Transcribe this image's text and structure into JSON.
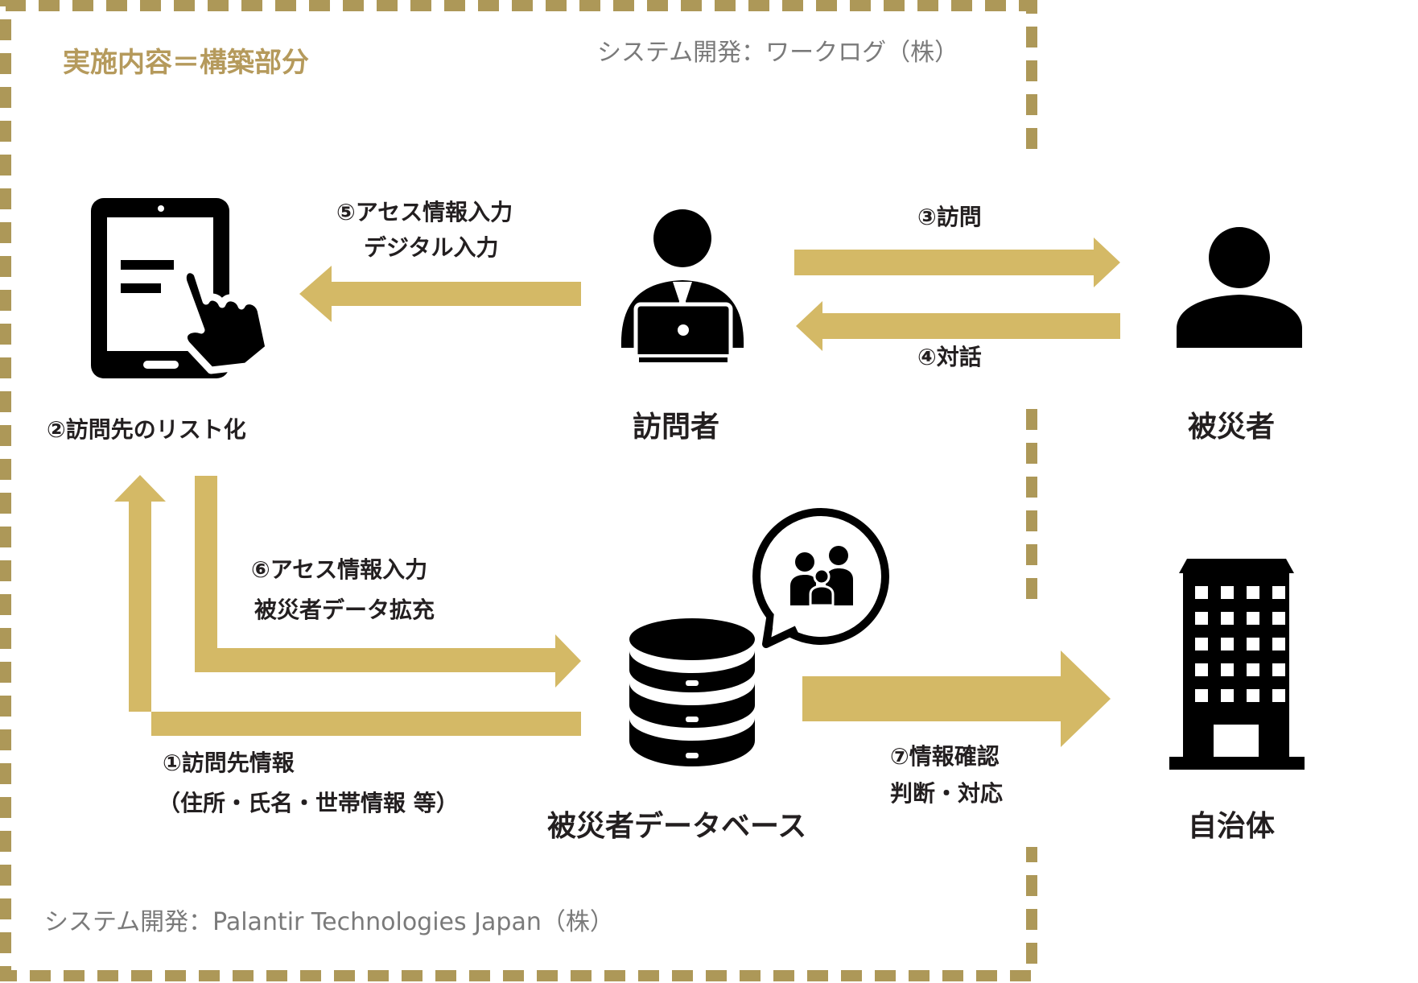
{
  "colors": {
    "border": "#ad9858",
    "arrow": "#d4b966",
    "icon": "#000000",
    "heading": "#b59a5c",
    "text": "#231f20",
    "credit": "#7a7a7a"
  },
  "heading": "実施内容＝構築部分",
  "credits": {
    "top": "システム開発：ワークログ（株）",
    "bottom": "システム開発：Palantir Technologies Japan（株）"
  },
  "nodes": {
    "tablet": {
      "label": "②訪問先のリスト化",
      "icon": "tablet-touch-icon"
    },
    "visitor": {
      "label": "訪問者",
      "icon": "person-laptop-icon"
    },
    "victim": {
      "label": "被災者",
      "icon": "person-icon"
    },
    "database": {
      "label": "被災者データベース",
      "icon": "database-icon",
      "bubble_icon": "family-icon"
    },
    "municipality": {
      "label": "自治体",
      "icon": "building-icon"
    }
  },
  "steps": {
    "s1": [
      "①訪問先情報",
      "（住所・氏名・世帯情報 等）"
    ],
    "s3": "③訪問",
    "s4": "④対話",
    "s5": [
      "⑤アセス情報入力",
      "デジタル入力"
    ],
    "s6": [
      "⑥アセス情報入力",
      "被災者データ拡充"
    ],
    "s7": [
      "⑦情報確認",
      "判断・対応"
    ]
  }
}
